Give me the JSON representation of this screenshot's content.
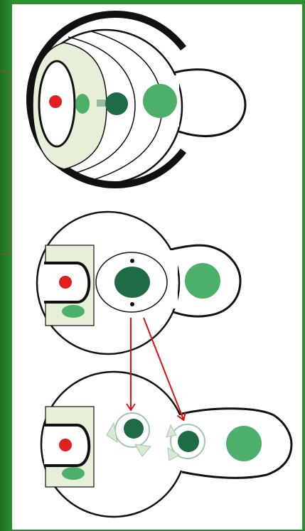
{
  "figure": {
    "background_color": "#2e8b2e",
    "panel_color": "#ffffff",
    "colors": {
      "outline": "#111111",
      "red_dot": "#e02020",
      "dark_green": "#1e6b45",
      "medium_green": "#4caf6a",
      "light_green_fill": "#e6f0d8",
      "arrow": "#e01010"
    },
    "stages": [
      {
        "name": "stage-1",
        "arrows": 0
      },
      {
        "name": "stage-2",
        "arrows": 0
      },
      {
        "name": "stage-3",
        "arrows": 2
      }
    ]
  }
}
